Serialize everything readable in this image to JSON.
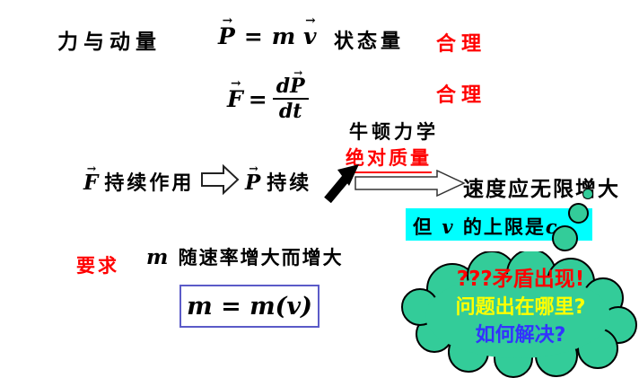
{
  "symbols": {
    "vec_arrow": "→"
  },
  "colors": {
    "red": "#ff0000",
    "cyan_highlight": "#00ffff",
    "cloud_fill": "#33cc99",
    "box_border": "#5b5bc8",
    "yellow": "#ffff00",
    "blue": "#3333ff"
  },
  "header": {
    "title": "力与动量",
    "momentum_formula": {
      "P": "P",
      "eq": "=",
      "m": "m",
      "v": "v"
    },
    "state_label": "状态量",
    "reasonable1": "合理"
  },
  "force_row": {
    "formula": {
      "F": "F",
      "eq": "=",
      "num_d": "d",
      "num_P": "P",
      "den": "dt"
    },
    "reasonable2": "合理"
  },
  "newton": {
    "mechanics": "牛顿力学",
    "absolute_mass": "绝对质量"
  },
  "chain": {
    "F": "F",
    "f_label": "持续作用",
    "P": "P",
    "p_label": "持续",
    "result": "速度应无限增大"
  },
  "limit": {
    "t1": "但 ",
    "v": "v",
    "t2": " 的上限是",
    "c": "c"
  },
  "requirement": {
    "label": "要求",
    "m": "m",
    "text": " 随速率增大而增大"
  },
  "mass_formula": {
    "text": "m = m(v)"
  },
  "cloud": {
    "line1": "???矛盾出现!",
    "line2": "问题出在哪里?",
    "line3": "如何解决?"
  }
}
